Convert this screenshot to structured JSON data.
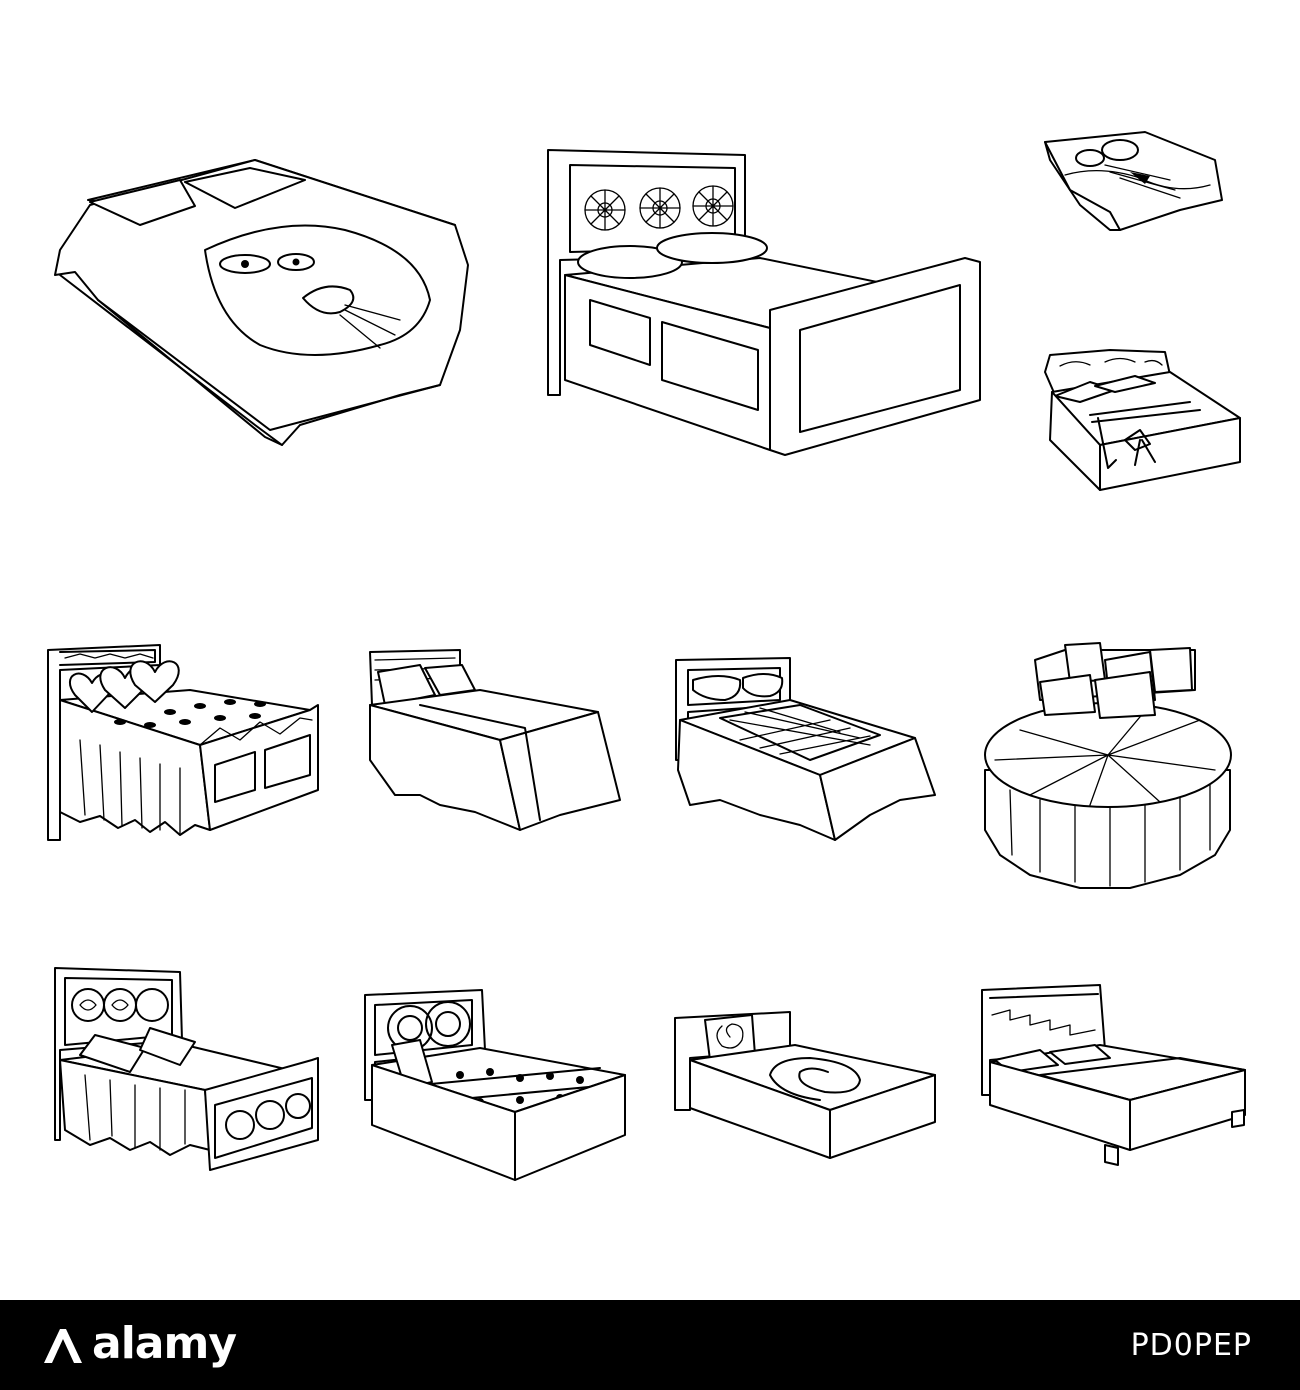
{
  "footer": {
    "logo_text": "alamy",
    "image_id": "PD0PEP",
    "background_color": "#000000",
    "text_color": "#ffffff"
  },
  "illustration": {
    "style": "outline line art",
    "stroke_color": "#000000",
    "background_color": "#ffffff",
    "items": [
      {
        "name": "bed-cat-blanket-icon"
      },
      {
        "name": "bed-flower-headboard-icon"
      },
      {
        "name": "water-bed-icon"
      },
      {
        "name": "bed-bow-icon"
      },
      {
        "name": "bed-hearts-icon"
      },
      {
        "name": "bed-plain-cover-icon"
      },
      {
        "name": "bed-quilted-cover-icon"
      },
      {
        "name": "round-bed-icon"
      },
      {
        "name": "bed-wrought-iron-icon"
      },
      {
        "name": "bed-roll-pillow-icon"
      },
      {
        "name": "bed-spiral-icon"
      },
      {
        "name": "bed-modern-icon"
      }
    ]
  }
}
